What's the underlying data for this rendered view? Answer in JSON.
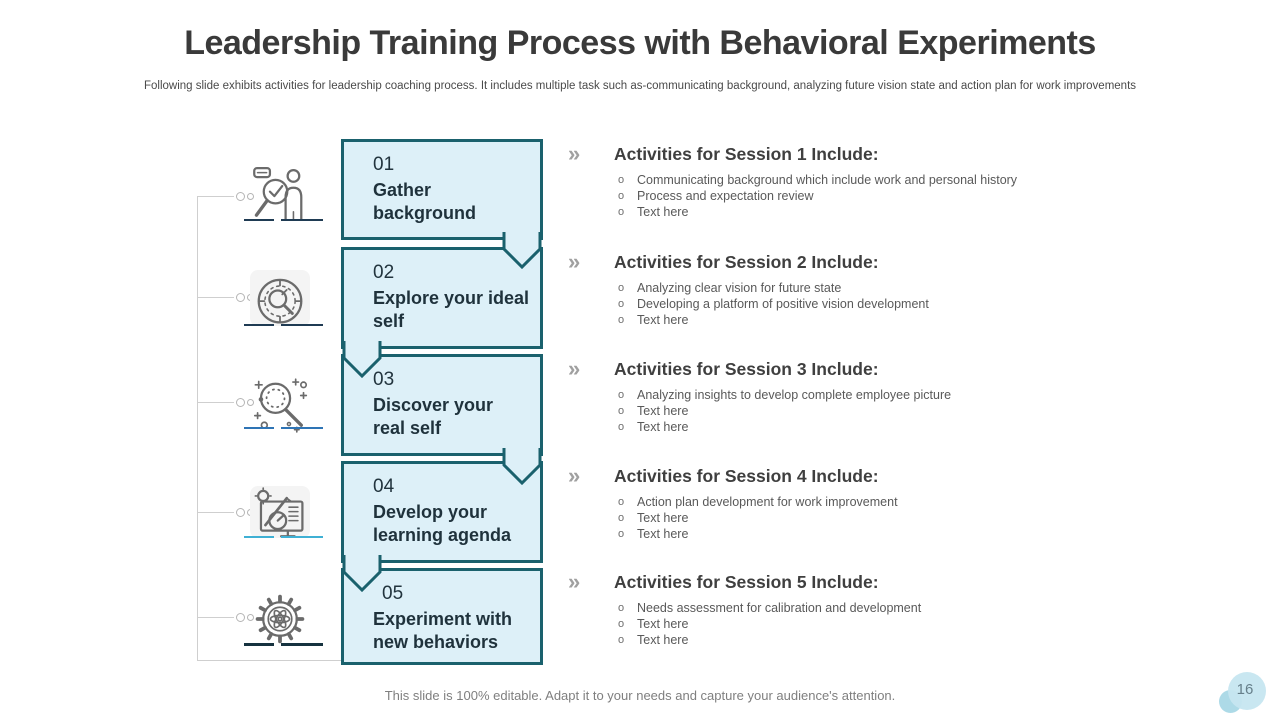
{
  "slide": {
    "title": "Leadership Training Process with Behavioral Experiments",
    "subtitle": "Following slide exhibits activities for leadership coaching process. It includes multiple task such as-communicating background, analyzing future vision state and action plan for work improvements",
    "footer": "This slide is 100% editable. Adapt it to your needs and capture your audience's attention.",
    "page_number": "16",
    "session_marker": "»"
  },
  "colors": {
    "box_fill": "#ddf0f8",
    "box_border": "#1a616d",
    "step_text": "#1f323c",
    "session_heading": "#3f3f3f",
    "bullet_text": "#595959",
    "marker_gray": "#a0a0a0",
    "connector_gray": "#cfcfcf",
    "page_bubble_blue": "#c6e6f0",
    "underline_navy": "#1f3b53",
    "underline_blue": "#2e74b5",
    "underline_cyan": "#3fb0d4"
  },
  "steps": [
    {
      "number": "01",
      "label": "Gather background",
      "icon": "magnifier-person-icon"
    },
    {
      "number": "02",
      "label": "Explore your ideal self",
      "icon": "compass-magnifier-icon"
    },
    {
      "number": "03",
      "label": "Discover your real self",
      "icon": "discovery-magnifier-icon"
    },
    {
      "number": "04",
      "label": "Develop your learning agenda",
      "icon": "monitor-analysis-icon"
    },
    {
      "number": "05",
      "label": "Experiment with new behaviors",
      "icon": "gear-atom-icon"
    }
  ],
  "sessions": [
    {
      "heading": "Activities for Session 1 Include:",
      "bullets": [
        "Communicating background which include work and personal history",
        "Process and expectation review",
        "Text here"
      ]
    },
    {
      "heading": "Activities for Session 2 Include:",
      "bullets": [
        "Analyzing clear vision for future state",
        "Developing a platform of positive vision development",
        "Text here"
      ]
    },
    {
      "heading": "Activities for Session 3 Include:",
      "bullets": [
        "Analyzing insights to develop complete employee picture",
        "Text here",
        "Text here"
      ]
    },
    {
      "heading": "Activities for Session 4 Include:",
      "bullets": [
        "Action plan development for work improvement",
        "Text here",
        "Text here"
      ]
    },
    {
      "heading": "Activities for Session 5 Include:",
      "bullets": [
        "Needs assessment for calibration and development",
        "Text here",
        "Text here"
      ]
    }
  ]
}
